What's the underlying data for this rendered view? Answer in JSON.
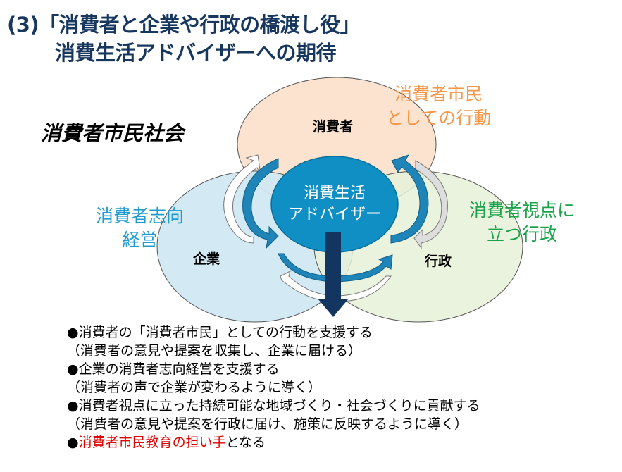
{
  "title": {
    "line1": "(3)「消費者と企業や行政の橋渡し役」",
    "line2": "消費生活アドバイザーへの期待"
  },
  "society_label": "消費者市民社会",
  "circles": {
    "consumer": "消費者",
    "enterprise": "企業",
    "government": "行政",
    "center_line1": "消費生活",
    "center_line2": "アドバイザー"
  },
  "side_labels": {
    "consumer_action": [
      "消費者市民",
      "としての行動"
    ],
    "enterprise_action": [
      "消費者志向",
      "経営"
    ],
    "government_action": [
      "消費者視点に",
      "立つ行政"
    ]
  },
  "colors": {
    "title": "#17375e",
    "orange": "#f79646",
    "blue": "#1f9bd0",
    "green": "#1aa34a",
    "red": "#e00000"
  },
  "bullets": [
    {
      "text": "●消費者の「消費者市民」としての行動を支援する"
    },
    {
      "text": "（消費者の意見や提案を収集し、企業に届ける）"
    },
    {
      "text": "●企業の消費者志向経営を支援する"
    },
    {
      "text": "（消費者の声で企業が変わるように導く）"
    },
    {
      "text": "●消費者視点に立った持続可能な地域づくり・社会づくりに貢献する"
    },
    {
      "text": "（消費者の意見や提案を行政に届け、施策に反映するように導く）"
    },
    {
      "marker": "●",
      "highlight": "消費者市民教育の担い手",
      "rest": "となる"
    }
  ]
}
